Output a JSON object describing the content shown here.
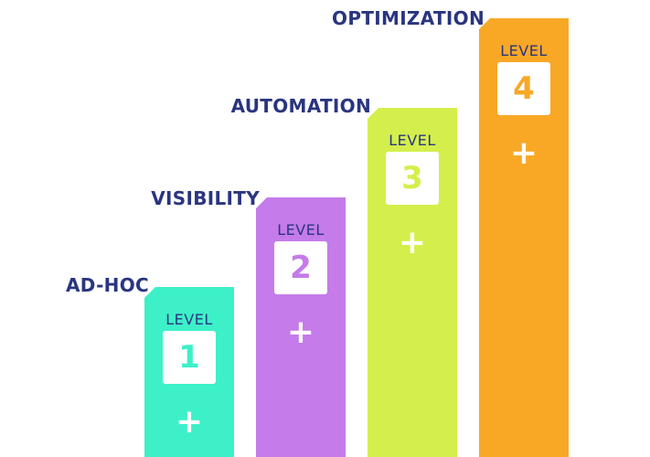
{
  "levels": [
    {
      "stage": "AD-HOC",
      "level_word": "LEVEL",
      "number": "1",
      "plus": "+",
      "color": "#3df0c8"
    },
    {
      "stage": "VISIBILITY",
      "level_word": "LEVEL",
      "number": "2",
      "plus": "+",
      "color": "#c57bea"
    },
    {
      "stage": "AUTOMATION",
      "level_word": "LEVEL",
      "number": "3",
      "plus": "+",
      "color": "#d4ef4c"
    },
    {
      "stage": "OPTIMIZATION",
      "level_word": "LEVEL",
      "number": "4",
      "plus": "+",
      "color": "#f9a826"
    }
  ],
  "label_color": "#2a3580"
}
